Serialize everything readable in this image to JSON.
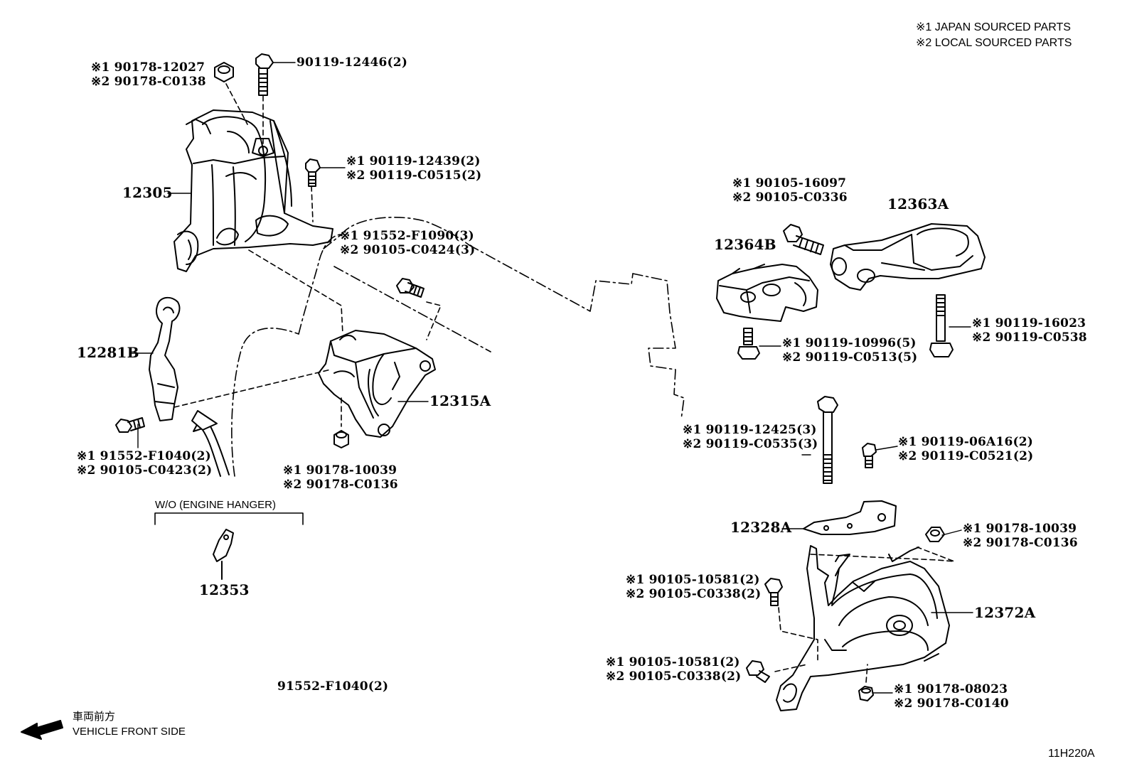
{
  "legend": {
    "note1": "※1 JAPAN SOURCED PARTS",
    "note2": "※2 LOCAL SOURCED PARTS"
  },
  "parts": {
    "p12305": "12305",
    "p12281B": "12281B",
    "p12315A": "12315A",
    "p12353": "12353",
    "p12363A": "12363A",
    "p12364B": "12364B",
    "p12328A": "12328A",
    "p12372A": "12372A"
  },
  "callouts": {
    "nut_top": [
      "※1 90178-12027",
      "※2 90178-C0138"
    ],
    "bolt_top": "90119-12446(2)",
    "bolt_mid": [
      "※1 90119-12439(2)",
      "※2 90119-C0515(2)"
    ],
    "bolt_center": [
      "※1 91552-F1090(3)",
      "※2 90105-C0424(3)"
    ],
    "bolt_hook": [
      "※1 91552-F1040(2)",
      "※2 90105-C0423(2)"
    ],
    "nut_mount": [
      "※1 90178-10039",
      "※2 90178-C0136"
    ],
    "bolt_rt_top": [
      "※1 90105-16097",
      "※2 90105-C0336"
    ],
    "bolt_rt_a": [
      "※1 90119-10996(5)",
      "※2 90119-C0513(5)"
    ],
    "bolt_rt_b": [
      "※1 90119-16023",
      "※2 90119-C0538"
    ],
    "bolt_long": [
      "※1 90119-12425(3)",
      "※2 90119-C0535(3)"
    ],
    "bolt_small": [
      "※1 90119-06A16(2)",
      "※2 90119-C0521(2)"
    ],
    "nut_rt": [
      "※1 90178-10039",
      "※2 90178-C0136"
    ],
    "bolt_lr1": [
      "※1 90105-10581(2)",
      "※2 90105-C0338(2)"
    ],
    "bolt_lr2": [
      "※1 90105-10581(2)",
      "※2 90105-C0338(2)"
    ],
    "nut_lr": [
      "※1 90178-08023",
      "※2 90178-C0140"
    ],
    "bottom_note": "91552-F1040(2)"
  },
  "engine_hanger": "W/O (ENGINE HANGER)",
  "direction": {
    "jp": "車両前方",
    "en": "VEHICLE FRONT SIDE"
  },
  "figure_code": "11H220A"
}
